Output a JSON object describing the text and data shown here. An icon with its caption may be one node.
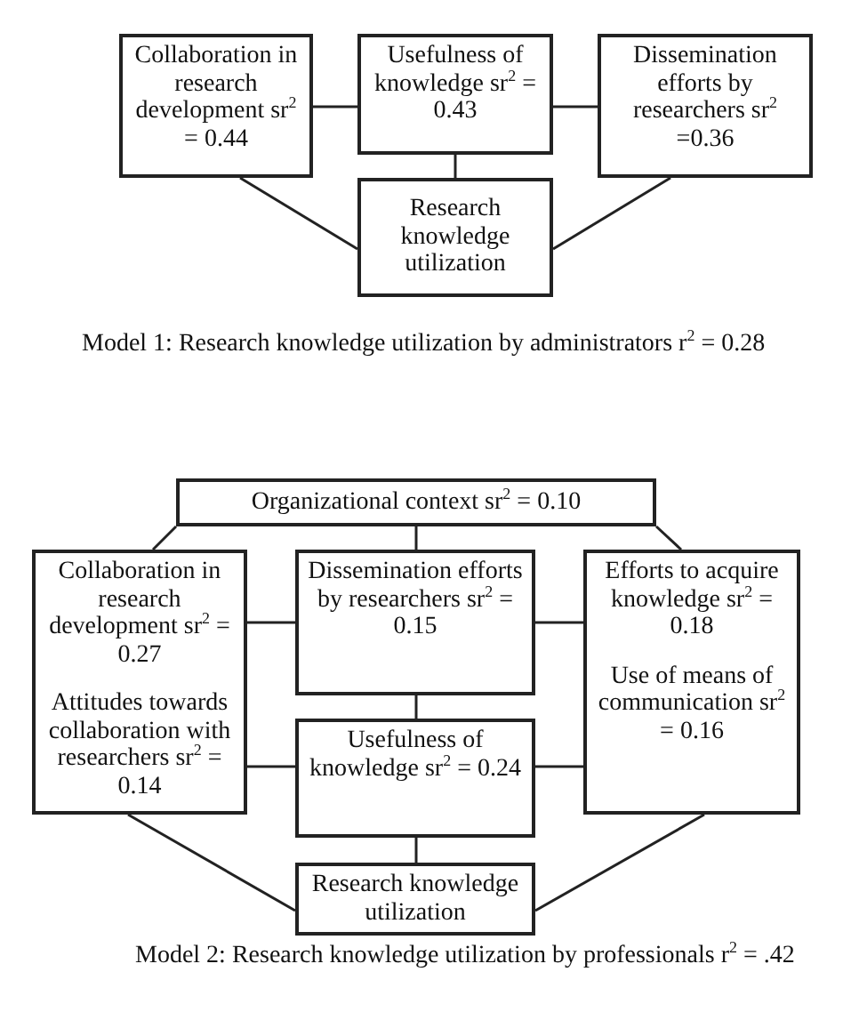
{
  "diagram": {
    "nodes": [
      {
        "text": [
          "Collaboration in research development sr$^{2}$ = 0.44"
        ]
      },
      {
        "text": [
          "Usefulness of knowledge sr$^{2}$ = 0.43"
        ]
      },
      {
        "text": [
          "Dissemination efforts by researchers sr$^{2}$ =0.36"
        ]
      },
      {
        "text": [
          "Research knowledge utilization"
        ]
      },
      {
        "text": [
          "Organizational context sr$^{2}$ = 0.10"
        ]
      },
      {
        "text": [
          "Collaboration in research development sr$^{2}$ = 0.27",
          "Attitudes towards collaboration with researchers sr$^{2}$ = 0.14"
        ]
      },
      {
        "text": [
          "Dissemination efforts by researchers sr$^{2}$ = 0.15"
        ]
      },
      {
        "text": [
          "Efforts to acquire knowledge sr$^{2}$ = 0.18",
          "Use of means of communication sr$^{2}$ = 0.16"
        ]
      },
      {
        "text": [
          "Usefulness of knowledge sr$^{2}$ = 0.24"
        ]
      },
      {
        "text": [
          "Research knowledge utilization"
        ]
      }
    ],
    "edges": [
      {
        "from": 0,
        "to": 1,
        "arrow": "none"
      },
      {
        "from": 1,
        "to": 2,
        "arrow": "none"
      },
      {
        "from": 1,
        "to": 3,
        "arrow": "none"
      },
      {
        "from": 0,
        "to": 3,
        "arrow": "none"
      },
      {
        "from": 2,
        "to": 3,
        "arrow": "none"
      },
      {
        "from": 4,
        "to": 5,
        "arrow": "none"
      },
      {
        "from": 4,
        "to": 6,
        "arrow": "none"
      },
      {
        "from": 4,
        "to": 7,
        "arrow": "none"
      },
      {
        "from": 5,
        "to": 6,
        "arrow": "none"
      },
      {
        "from": 6,
        "to": 7,
        "arrow": "none"
      },
      {
        "from": 6,
        "to": 8,
        "arrow": "none"
      },
      {
        "from": 5,
        "to": 8,
        "arrow": "none"
      },
      {
        "from": 8,
        "to": 7,
        "arrow": "none"
      },
      {
        "from": 8,
        "to": 9,
        "arrow": "none"
      },
      {
        "from": 5,
        "to": 9,
        "arrow": "none"
      },
      {
        "from": 7,
        "to": 9,
        "arrow": "none"
      }
    ],
    "labels": [
      "Model 1: Research knowledge utilization by administrators r$^{2}$ = 0.28",
      "Model 2: Research knowledge utilization by professionals r$^{2}$ = .42"
    ]
  }
}
